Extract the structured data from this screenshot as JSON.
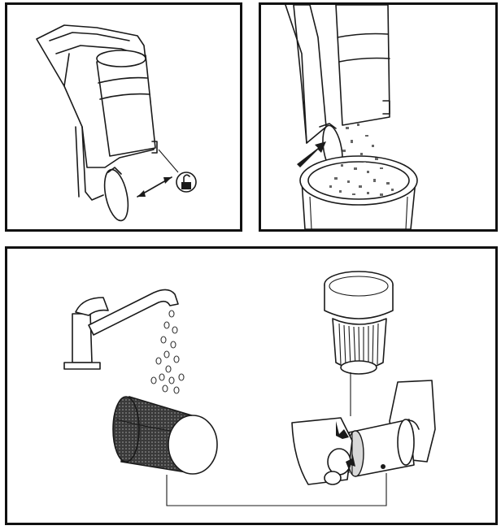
{
  "panels": [
    {
      "id": "panel-1",
      "icons": [
        "vacuum-icon",
        "unlock-icon",
        "double-arrow-icon"
      ]
    },
    {
      "id": "panel-2",
      "icons": [
        "vacuum-icon",
        "dust-bin-icon",
        "arrow-icon",
        "debris-icon"
      ]
    },
    {
      "id": "panel-3",
      "icons": [
        "faucet-icon",
        "water-drops-icon",
        "sponge-filter-icon",
        "hepa-filter-icon",
        "hand-icon",
        "filter-holder-icon",
        "rotate-arrows-icon",
        "connector-lines"
      ]
    }
  ]
}
